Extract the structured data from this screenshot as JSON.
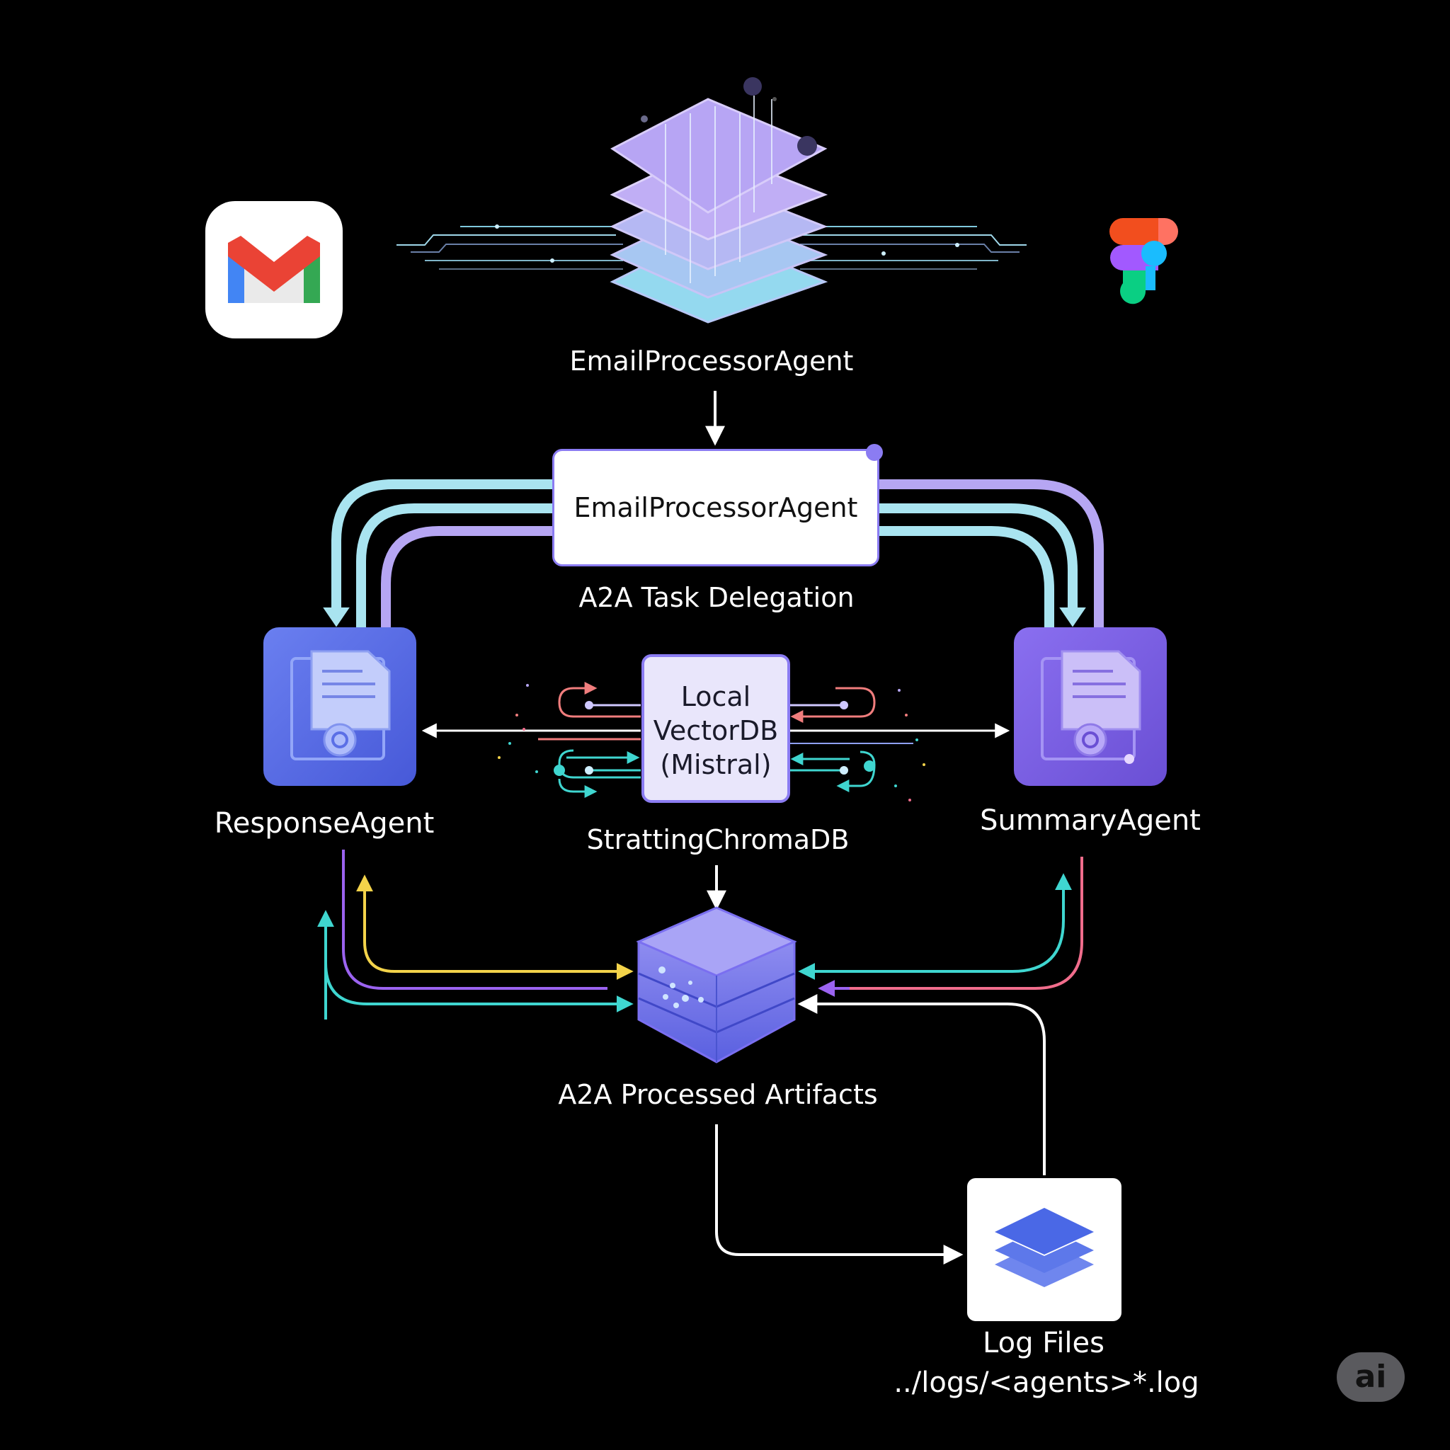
{
  "nodes": {
    "top_label": "EmailProcessorAgent",
    "center_box": "EmailProcessorAgent",
    "delegation_label": "A2A Task Delegation",
    "vectordb": {
      "line1": "Local",
      "line2": "VectorDB",
      "line3": "(Mistral)"
    },
    "vectordb_caption": "StrattingChromaDB",
    "response_agent": "ResponseAgent",
    "summary_agent": "SummaryAgent",
    "artifacts_label": "A2A Processed Artifacts",
    "log_files": "Log Files",
    "log_path": "../logs/<agents>*.log"
  },
  "badge": "ai",
  "icons": {
    "gmail": "gmail-logo-icon",
    "figma": "figma-logo-icon",
    "agent_hub": "stacked-layers-icon",
    "response": "document-agent-icon",
    "summary": "document-agent-icon",
    "database": "database-cube-icon",
    "logs": "layers-stack-icon"
  },
  "colors": {
    "background": "#000000",
    "lavender": "#b6a6f3",
    "cyan": "#a9e4f0",
    "blue_agent": "#5b6fe6",
    "purple_agent": "#7a5fe0",
    "yellow": "#f3d34a",
    "teal": "#3fd6d0",
    "pink": "#f16d8c",
    "violet": "#9b63f0"
  }
}
